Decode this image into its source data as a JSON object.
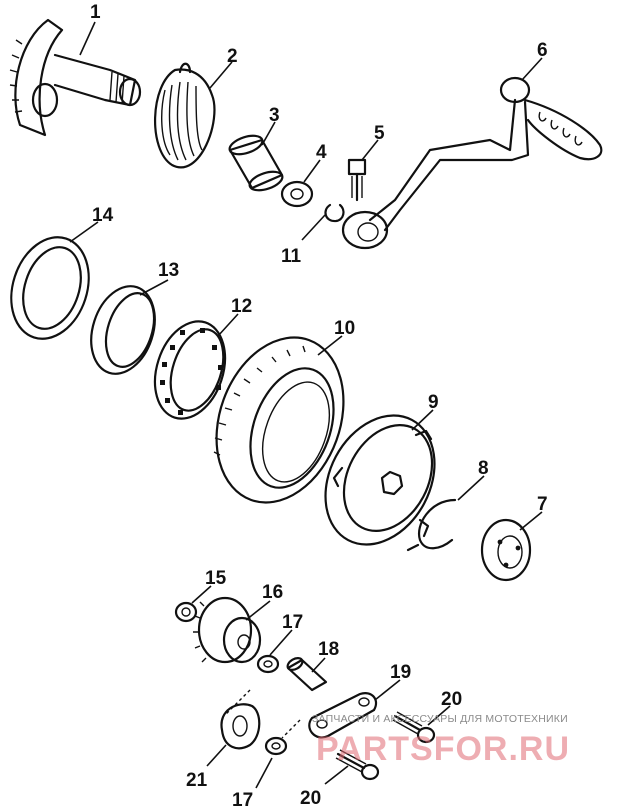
{
  "callouts": [
    "1",
    "2",
    "3",
    "4",
    "5",
    "6",
    "7",
    "8",
    "9",
    "10",
    "11",
    "12",
    "13",
    "14",
    "15",
    "16",
    "17",
    "18",
    "19",
    "20",
    "21",
    "17",
    "20"
  ],
  "watermark": {
    "tagline": "ЗАПЧАСТИ И АКСЕССУАРЫ ДЛЯ МОТОТЕХНИКИ",
    "brand": "PARTSFOR.RU"
  }
}
